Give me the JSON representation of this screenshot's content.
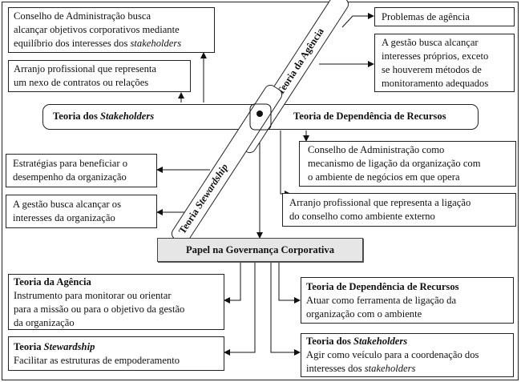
{
  "boxes": {
    "conselho_busca": {
      "line1": "Conselho de Administração busca",
      "line2": "alcançar objetivos corporativos mediante",
      "line3a": "equilíbrio dos interesses dos ",
      "line3b": "stakeholders"
    },
    "arranjo_nexo": {
      "line1": "Arranjo profissional que representa",
      "line2": "um nexo de contratos ou relações"
    },
    "problemas": {
      "text": "Problemas de agência"
    },
    "gestao_proprios": {
      "line1": "A gestão busca alcançar",
      "line2": "interesses próprios, exceto",
      "line3": "se houverem métodos de",
      "line4": "monitoramento adequados"
    },
    "estrategias": {
      "line1": "Estratégias para beneficiar o",
      "line2": "desempenho da organização"
    },
    "gestao_org": {
      "line1": "A gestão busca alcançar os",
      "line2": "interesses da organização"
    },
    "conselho_mecanismo": {
      "line1": "Conselho de Administração como",
      "line2": "mecanismo de ligação da organização com",
      "line3": "o ambiente de negócios em que opera"
    },
    "arranjo_ligacao": {
      "line1": "Arranjo profissional que representa a ligação",
      "line2": "do conselho como ambiente externo"
    },
    "papel": {
      "text": "Papel na Governança Corporativa"
    },
    "agencia_role": {
      "title": "Teoria da Agência",
      "line1": "Instrumento para monitorar ou orientar",
      "line2": "para a missão ou para o objetivo da gestão",
      "line3": "da organização"
    },
    "stewardship_role": {
      "title_a": "Teoria ",
      "title_b": "Stewardship",
      "line1": "Facilitar as estruturas de empoderamento"
    },
    "dependencia_role": {
      "title": "Teoria de Dependência de Recursos",
      "line1": "Atuar como ferramenta de ligação da",
      "line2": "organização com o ambiente"
    },
    "stakeholders_role": {
      "title_a": "Teoria dos ",
      "title_b": "Stakeholders",
      "line1": "Agir como veículo para a coordenação dos",
      "line2a": "interesses dos ",
      "line2b": "stakeholders"
    }
  },
  "bars": {
    "stakeholders_a": "Teoria dos ",
    "stakeholders_b": "Stakeholders",
    "dependencia": "Teoria de Dependência de Recursos",
    "agencia": "Teoria da Agência",
    "stewardship_a": "Teoria ",
    "stewardship_b": "Stewardship"
  }
}
